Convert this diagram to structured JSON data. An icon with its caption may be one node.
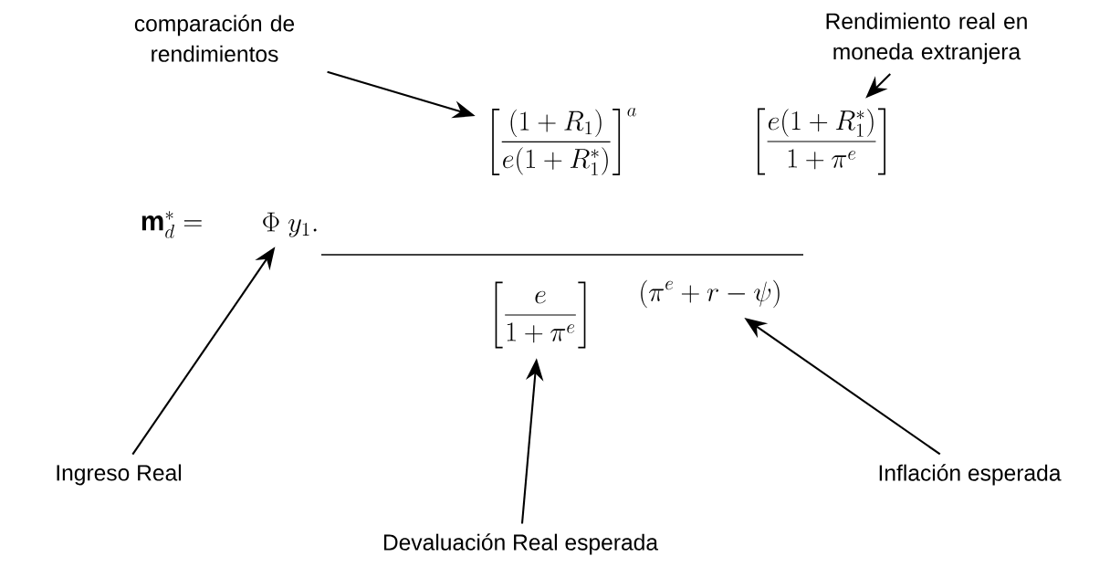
{
  "diagram": {
    "nodes": [
      {
        "text": [
          "comparación de rendimientos"
        ]
      },
      {
        "text": [
          "Rendimiento real en moneda extranjera"
        ]
      },
      {
        "text": [
          "\\left[\\frac{(1+R_1)}{e(1+R_1^*)}\\right]^a"
        ]
      },
      {
        "text": [
          "\\left[\\frac{e(1+R_1^*)}{1+\\pi^e}\\right]"
        ]
      },
      {
        "text": [
          "\\Phi\\ y_1."
        ]
      },
      {
        "text": [
          "\\left[\\frac{e}{1+\\pi^e}\\right]"
        ]
      },
      {
        "text": [
          "(\\pi^e + r - \\psi)"
        ]
      },
      {
        "text": [
          "Ingreso Real"
        ]
      },
      {
        "text": [
          "Devaluación Real esperada"
        ]
      },
      {
        "text": [
          "Inflación esperada"
        ]
      }
    ],
    "edges": [
      {
        "from": 0,
        "to": 2,
        "arrow": "to"
      },
      {
        "from": 1,
        "to": 3,
        "arrow": "to"
      },
      {
        "from": 7,
        "to": 4,
        "arrow": "to"
      },
      {
        "from": 8,
        "to": 5,
        "arrow": "to"
      },
      {
        "from": 9,
        "to": 6,
        "arrow": "to"
      }
    ],
    "labels": [
      "\\mathbf{m}_d^* ="
    ]
  }
}
